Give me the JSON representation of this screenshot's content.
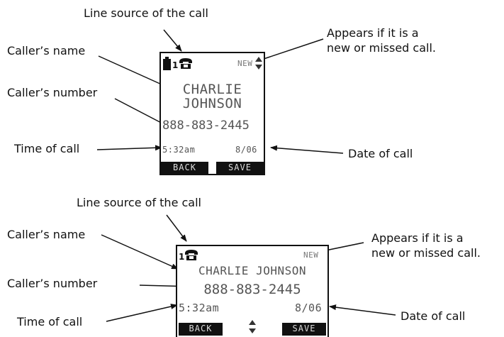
{
  "top_panel": {
    "labels": {
      "line_source": "Line source of the call",
      "caller_name": "Caller’s name",
      "caller_number": "Caller’s number",
      "time": "Time of call",
      "new_line1": "Appears if it is a",
      "new_line2": "new or missed call.",
      "date": "Date of call"
    },
    "screen": {
      "line_number": "1",
      "new_indicator": "NEW",
      "name_line1": "CHARLIE",
      "name_line2": "JOHNSON",
      "number": "888-883-2445",
      "time": "5:32am",
      "date": "8/06",
      "softkey_left": "BACK",
      "softkey_right": "SAVE"
    },
    "icons": [
      "battery-icon",
      "telephone-icon",
      "up-down-arrows-icon"
    ]
  },
  "bottom_panel": {
    "labels": {
      "line_source": "Line source of the call",
      "caller_name": "Caller’s name",
      "caller_number": "Caller’s number",
      "time": "Time of call",
      "new_line1": "Appears if it is a",
      "new_line2": "new or missed call.",
      "date": "Date of call"
    },
    "screen": {
      "line_number": "1",
      "new_indicator": "NEW",
      "name": "CHARLIE JOHNSON",
      "number": "888-883-2445",
      "time": "5:32am",
      "date": "8/06",
      "softkey_left": "BACK",
      "softkey_right": "SAVE"
    },
    "icons": [
      "telephone-icon",
      "up-down-arrows-icon"
    ]
  }
}
